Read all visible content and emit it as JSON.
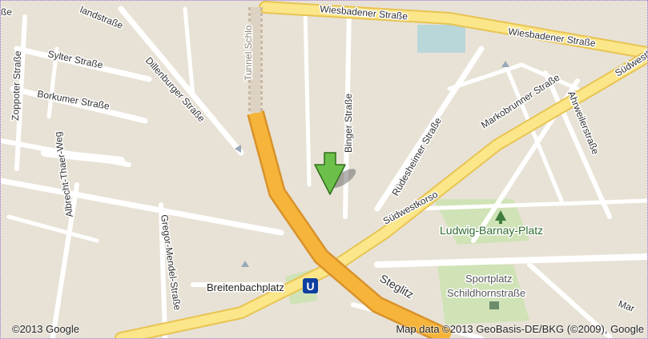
{
  "map": {
    "streets": {
      "wiesbadener_top": "Wiesbadener Straße",
      "wiesbadener_right": "Wiesbadener Straße",
      "suedwestkorso_top": "Südwestkorso",
      "suedwestkorso_mid": "Südwestkorso",
      "sylter": "Sylter Straße",
      "borkumer": "Borkumer Straße",
      "zoppoter": "Zoppoter Straße",
      "dillenburger": "Dillenburger Straße",
      "binger": "Binger Straße",
      "tunnel": "Tunnel Schlo",
      "ruedesheimer": "Rüdesheimer Straße",
      "markobrunner": "Markobrunner Straße",
      "ahrweiler": "Ahrweilerstraße",
      "gregor_mendel": "Gregor-Mendel-Straße",
      "albrecht_thaer": "Albrecht-Thaer-Weg",
      "steglitz": "Steglitz",
      "landstrasse": "landstraße",
      "strasse_fragment": "ße",
      "mar_fragment": "Mar"
    },
    "places": {
      "ludwig_barnay": "Ludwig-Barnay-Platz",
      "sportplatz_1": "Sportplatz",
      "sportplatz_2": "Schildhornstraße",
      "breitenbachplatz": "Breitenbachplatz"
    },
    "transit": {
      "ubahn_symbol": "U"
    },
    "marker": {
      "label": ""
    },
    "copyright": "©2013 Google",
    "attribution": "Map data ©2013 GeoBasis-DE/BKG (©2009), Google"
  }
}
